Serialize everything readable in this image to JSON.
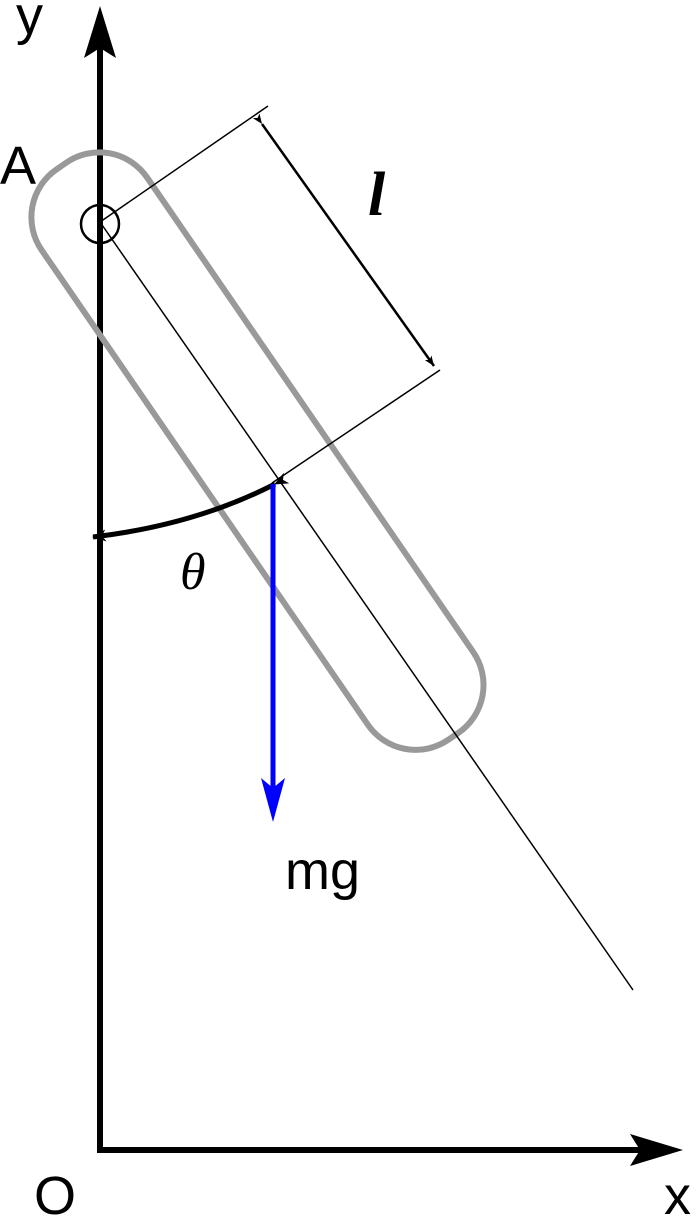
{
  "labels": {
    "y_axis": "y",
    "x_axis": "x",
    "origin": "O",
    "pivot": "A",
    "length": "l",
    "angle": "θ",
    "force": "mg"
  },
  "colors": {
    "axes": "#000000",
    "rod_outline": "#999999",
    "force_arrow": "#0000ff",
    "construction_lines": "#000000"
  }
}
